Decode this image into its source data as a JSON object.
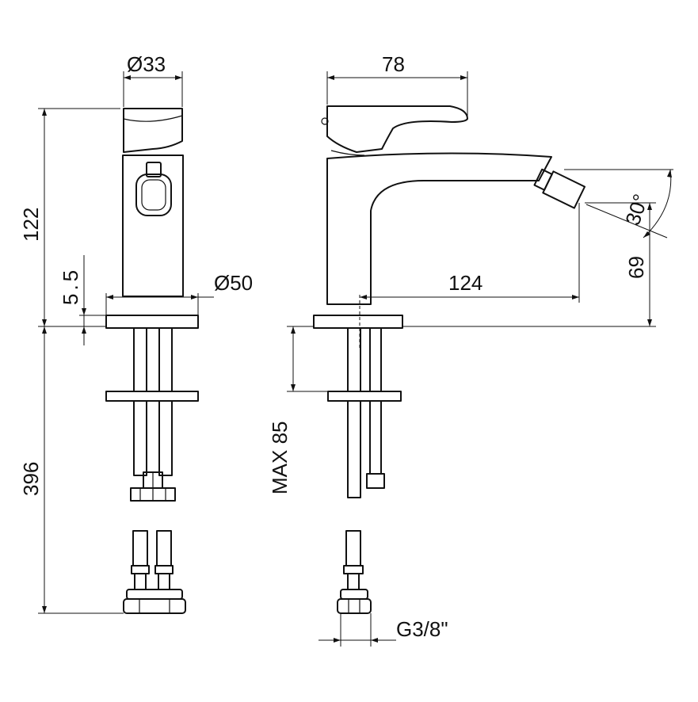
{
  "dimensions": {
    "front_top_diameter": "Ø33",
    "side_lever_width": "78",
    "total_height": "122",
    "base_thickness": "5.5",
    "base_diameter": "Ø50",
    "spout_reach": "124",
    "spout_height": "69",
    "spout_angle": "30°",
    "hose_length": "396",
    "max_deck": "MAX 85",
    "thread": "G3/8\""
  },
  "colors": {
    "line": "#111111",
    "background": "#ffffff"
  }
}
